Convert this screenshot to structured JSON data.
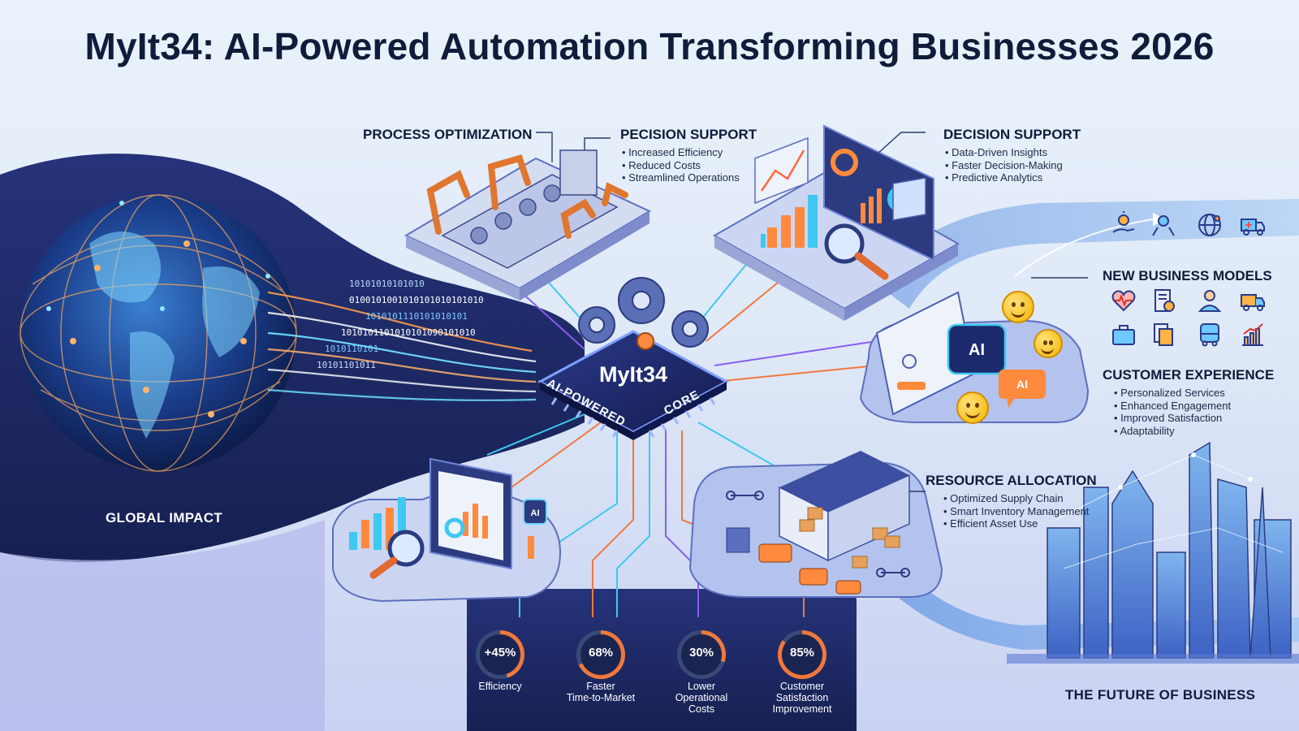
{
  "title": "MyIt34: AI-Powered Automation Transforming Businesses 2026",
  "core": {
    "name": "MyIt34",
    "left_text": "AI-POWERED",
    "right_text": "CORE"
  },
  "globe": {
    "label": "GLOBAL IMPACT"
  },
  "sections": {
    "process": {
      "title": "PROCESS OPTIMIZATION"
    },
    "pecision": {
      "title": "PECISION SUPPORT",
      "items": [
        "Increased Efficiency",
        "Reduced Costs",
        "Streamlined Operations"
      ]
    },
    "decision": {
      "title": "DECISION SUPPORT",
      "items": [
        "Data-Driven Insights",
        "Faster Decision-Making",
        "Predictive Analytics"
      ]
    },
    "new_models": {
      "title": "NEW BUSINESS MODELS"
    },
    "customer": {
      "title": "CUSTOMER EXPERIENCE",
      "items": [
        "Personalized Services",
        "Enhanced Engagement",
        "Improved Satisfaction",
        "Adaptability"
      ]
    },
    "resource": {
      "title": "RESOURCE ALLOCATION",
      "items": [
        "Optimized Supply Chain",
        "Smart Inventory Management",
        "Efficient Asset Use"
      ]
    }
  },
  "ai_badges": {
    "screen": "AI",
    "bubble": "AI",
    "small_screen": "AI"
  },
  "binary": {
    "row1": "10101010101010",
    "row2": "0100101001010101010101010",
    "row3": "1010101110101010101",
    "row4": "1010101101010101090101010",
    "row5": "1010110101",
    "row6": "10101101011"
  },
  "kpis": [
    {
      "value": "+45%",
      "label": "Efficiency",
      "percent": 45
    },
    {
      "value": "68%",
      "label": "Faster\nTime-to-Market",
      "percent": 68
    },
    {
      "value": "30%",
      "label": "Lower\nOperational\nCosts",
      "percent": 30
    },
    {
      "value": "85%",
      "label": "Customer\nSatisfaction\nImprovement",
      "percent": 85
    }
  ],
  "future": {
    "label": "THE FUTURE OF BUSINESS"
  },
  "icons": {
    "top_row": [
      "hand-bulb-icon",
      "gear-hands-icon",
      "globe-network-icon",
      "medical-truck-icon"
    ],
    "grid": [
      "heartbeat-icon",
      "invoice-icon",
      "user-icon",
      "delivery-truck-icon",
      "briefcase-icon",
      "documents-icon",
      "bus-icon",
      "growth-chart-icon"
    ]
  },
  "colors": {
    "navy": "#0f1c3a",
    "orange": "#f0783c",
    "cyan": "#3fc8f0",
    "purple": "#8a5cf0",
    "panel": "#d4dcf2"
  }
}
